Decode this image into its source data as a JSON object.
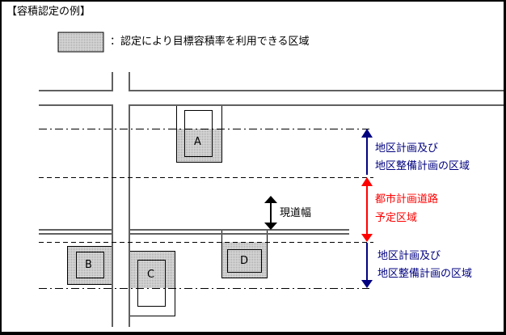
{
  "title": "【容積認定の例】",
  "legend": {
    "label": "：認定により目標容積率を利用できる区域",
    "swatch_color": "#c0c0c0"
  },
  "buildings": [
    {
      "label": "A"
    },
    {
      "label": "B"
    },
    {
      "label": "C"
    },
    {
      "label": "D"
    }
  ],
  "annotations": {
    "current_road_width": "現道幅",
    "district_plan_top": [
      "地区計画及び",
      "地区整備計画の区域"
    ],
    "city_planned_road": [
      "都市計画道路",
      "予定区域"
    ],
    "district_plan_bottom": [
      "地区計画及び",
      "地区整備計画の区域"
    ]
  },
  "colors": {
    "district": "#000080",
    "planned_road": "#ff0000",
    "text": "#000000"
  }
}
